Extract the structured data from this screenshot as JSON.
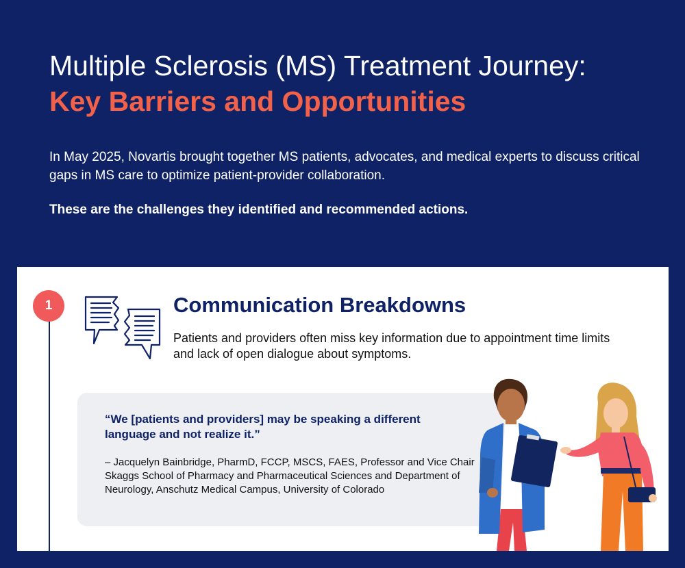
{
  "header": {
    "title_line1": "Multiple Sclerosis (MS) Treatment Journey:",
    "title_line2": "Key Barriers and Opportunities",
    "intro": "In May 2025, Novartis brought together MS patients, advocates, and medical experts to discuss critical gaps in MS care to optimize patient-provider collaboration.",
    "lead": "These are the challenges they identified and recommended actions."
  },
  "section": {
    "number": "1",
    "title": "Communication Breakdowns",
    "description": "Patients and providers often miss key information due to appointment time limits and lack of open dialogue about symptoms.",
    "icon": "chat-bubbles-icon",
    "quote": "“We [patients and providers] may be speaking a different language and not realize it.”",
    "attribution": "– Jacquelyn Bainbridge, PharmD, FCCP, MSCS, FAES, Professor and Vice Chair Skaggs School of Pharmacy and Pharmaceutical Sciences and Department of Neurology, Anschutz Medical Campus, University of Colorado"
  },
  "colors": {
    "background": "#0e2265",
    "accent": "#f2624b",
    "badge": "#f15a5a",
    "quote_box": "#eeeff3"
  }
}
